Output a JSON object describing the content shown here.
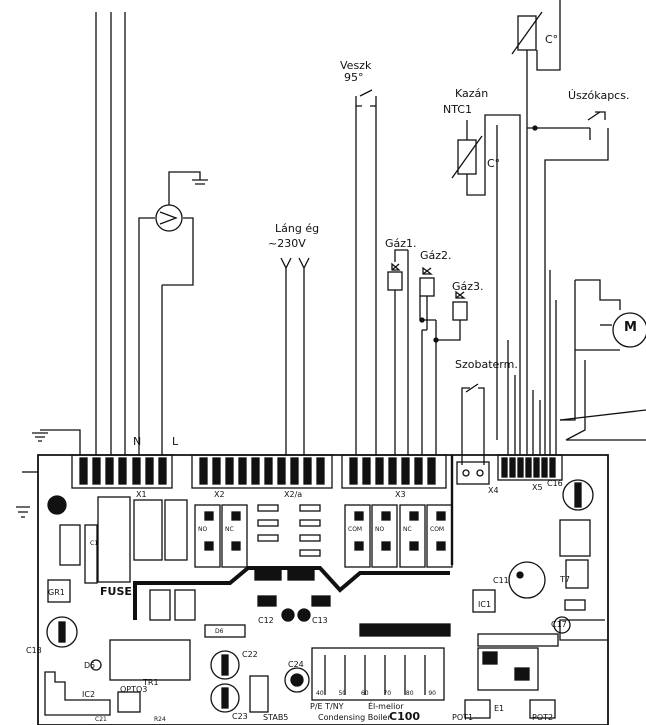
{
  "labels": {
    "veszk": "Veszk",
    "veszk_temp": "95°",
    "kazan": "Kazán",
    "ntc1": "NTC1",
    "uszokapcs": "Úszókapcs.",
    "lang_eg": "Láng ég",
    "voltage": "~230V",
    "gaz1": "Gáz1.",
    "gaz2": "Gáz2.",
    "gaz3": "Gáz3.",
    "szobaterm": "Szobaterm.",
    "motor": "M",
    "n": "N",
    "l": "L",
    "c_deg": "C°"
  },
  "board": {
    "x1": "X1",
    "x2": "X2",
    "x2a": "X2/a",
    "x3": "X3",
    "x4": "X4",
    "x5": "X5",
    "fuse": "FUSE",
    "gr1": "GR1",
    "c18": "C18",
    "d5": "D5",
    "ic2": "IC2",
    "tr1": "TR1",
    "opto3": "OPTO3",
    "c22": "C22",
    "c23": "C23",
    "c24": "C24",
    "stab5": "STAB5",
    "c12": "C12",
    "c13": "C13",
    "c11": "C11",
    "c16": "C16",
    "c17": "C17",
    "t7": "T7",
    "ic1": "IC1",
    "e1": "E1",
    "pot1": "POT1",
    "pot2": "POT2",
    "pe_tny": "P/E T/NY",
    "el_melior": "Él-melior",
    "condensing": "Condensing Boiler",
    "model": "C100",
    "scale": [
      "40",
      "50",
      "60",
      "70",
      "80",
      "90"
    ],
    "no": "NO",
    "com": "COM",
    "nc": "NC",
    "c1": "C1",
    "d6": "D6",
    "c21": "C21",
    "r24": "R24"
  }
}
